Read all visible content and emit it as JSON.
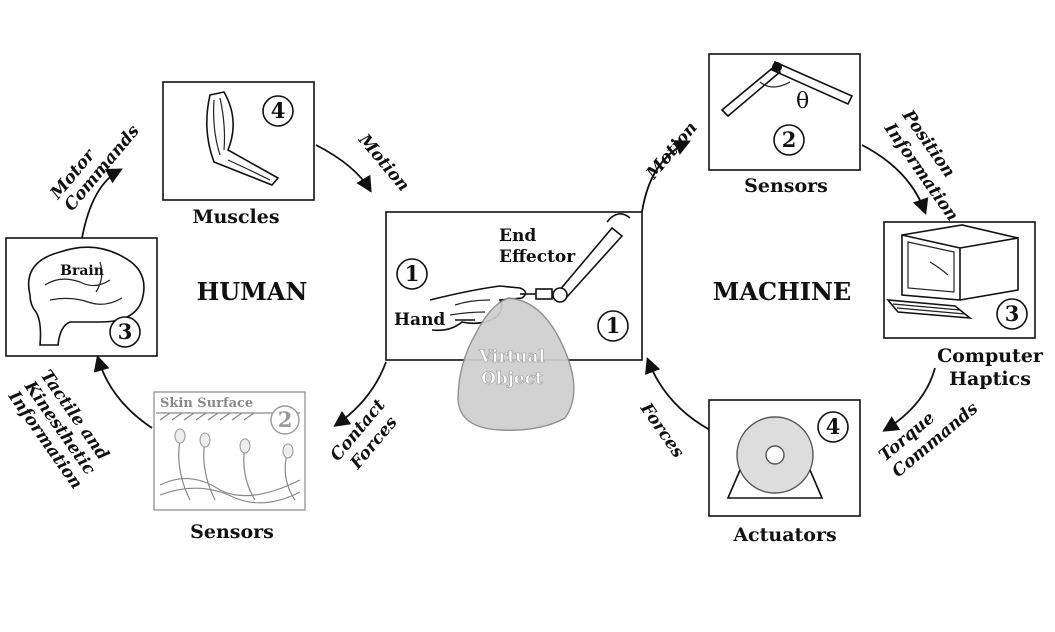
{
  "human": {
    "title": "HUMAN",
    "muscles_label": "Muscles",
    "muscles_num": "4",
    "brain_text": "Brain",
    "brain_num": "3",
    "sensors_label": "Sensors",
    "skin_text": "Skin Surface",
    "skin_num": "2",
    "arrow_motor": "Motor",
    "arrow_commands": "Commands",
    "arrow_motion": "Motion",
    "arrow_contact": "Contact",
    "arrow_forces": "Forces",
    "arrow_tactile": "Tactile and",
    "arrow_kinesthetic": "Kinesthetic",
    "arrow_information": "Information"
  },
  "center": {
    "end_text": "End",
    "effector_text": "Effector",
    "hand_text": "Hand",
    "num_left": "1",
    "num_right": "1",
    "virtual_text": "Virtual",
    "object_text": "Object"
  },
  "machine": {
    "title": "MACHINE",
    "sensors_label": "Sensors",
    "sensors_num": "2",
    "theta": "θ",
    "computer_label_1": "Computer",
    "computer_label_2": "Haptics",
    "computer_num": "3",
    "actuators_label": "Actuators",
    "actuators_num": "4",
    "arrow_motion": "Motion",
    "arrow_position": "Position",
    "arrow_information": "Information",
    "arrow_torque": "Torque",
    "arrow_commands": "Commands",
    "arrow_forces": "Forces"
  }
}
